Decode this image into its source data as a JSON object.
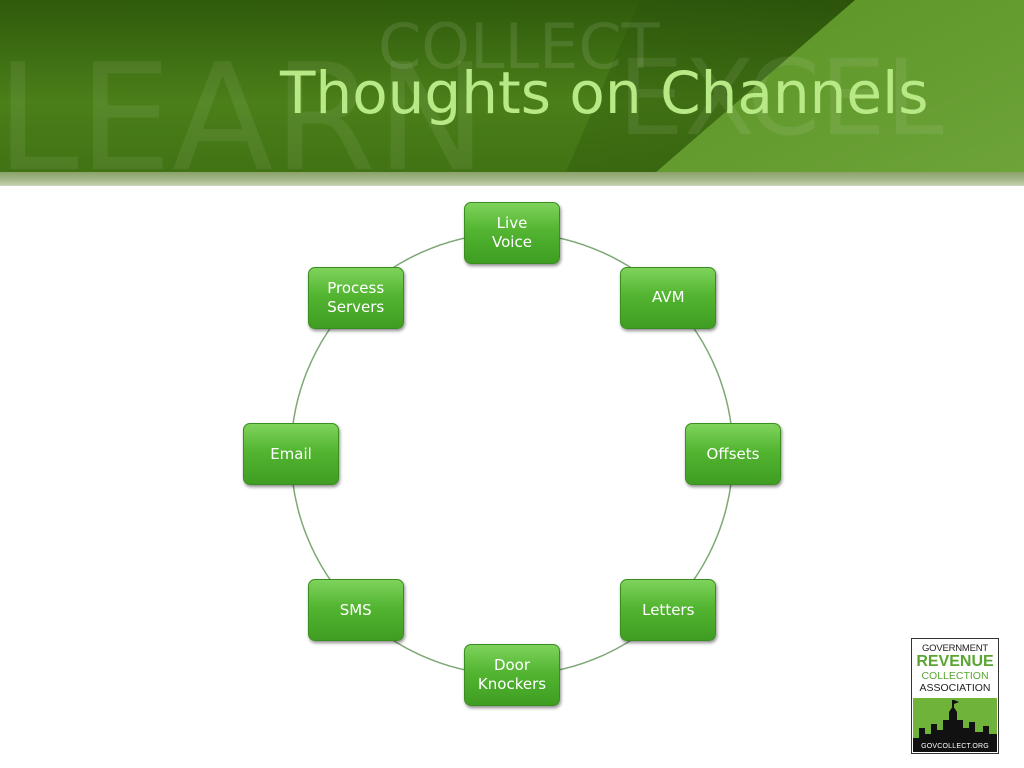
{
  "slide": {
    "title": "Thoughts on Channels",
    "watermark": {
      "left": "LEARN",
      "middle": "COLLECT",
      "right": "EXCEL"
    }
  },
  "cycle": {
    "nodes": [
      {
        "label": "Live\nVoice"
      },
      {
        "label": "AVM"
      },
      {
        "label": "Offsets"
      },
      {
        "label": "Letters"
      },
      {
        "label": "Door\nKnockers"
      },
      {
        "label": "SMS"
      },
      {
        "label": "Email"
      },
      {
        "label": "Process\nServers"
      }
    ],
    "colors": {
      "node_fill": "#53b531",
      "connector": "#7da875"
    }
  },
  "logo": {
    "line1": "GOVERNMENT",
    "line2": "REVENUE",
    "line3": "COLLECTION",
    "line4": "ASSOCIATION",
    "url": "GOVCOLLECT.ORG"
  },
  "colors": {
    "header_green": "#3f7013",
    "title_text": "#b8e986"
  }
}
